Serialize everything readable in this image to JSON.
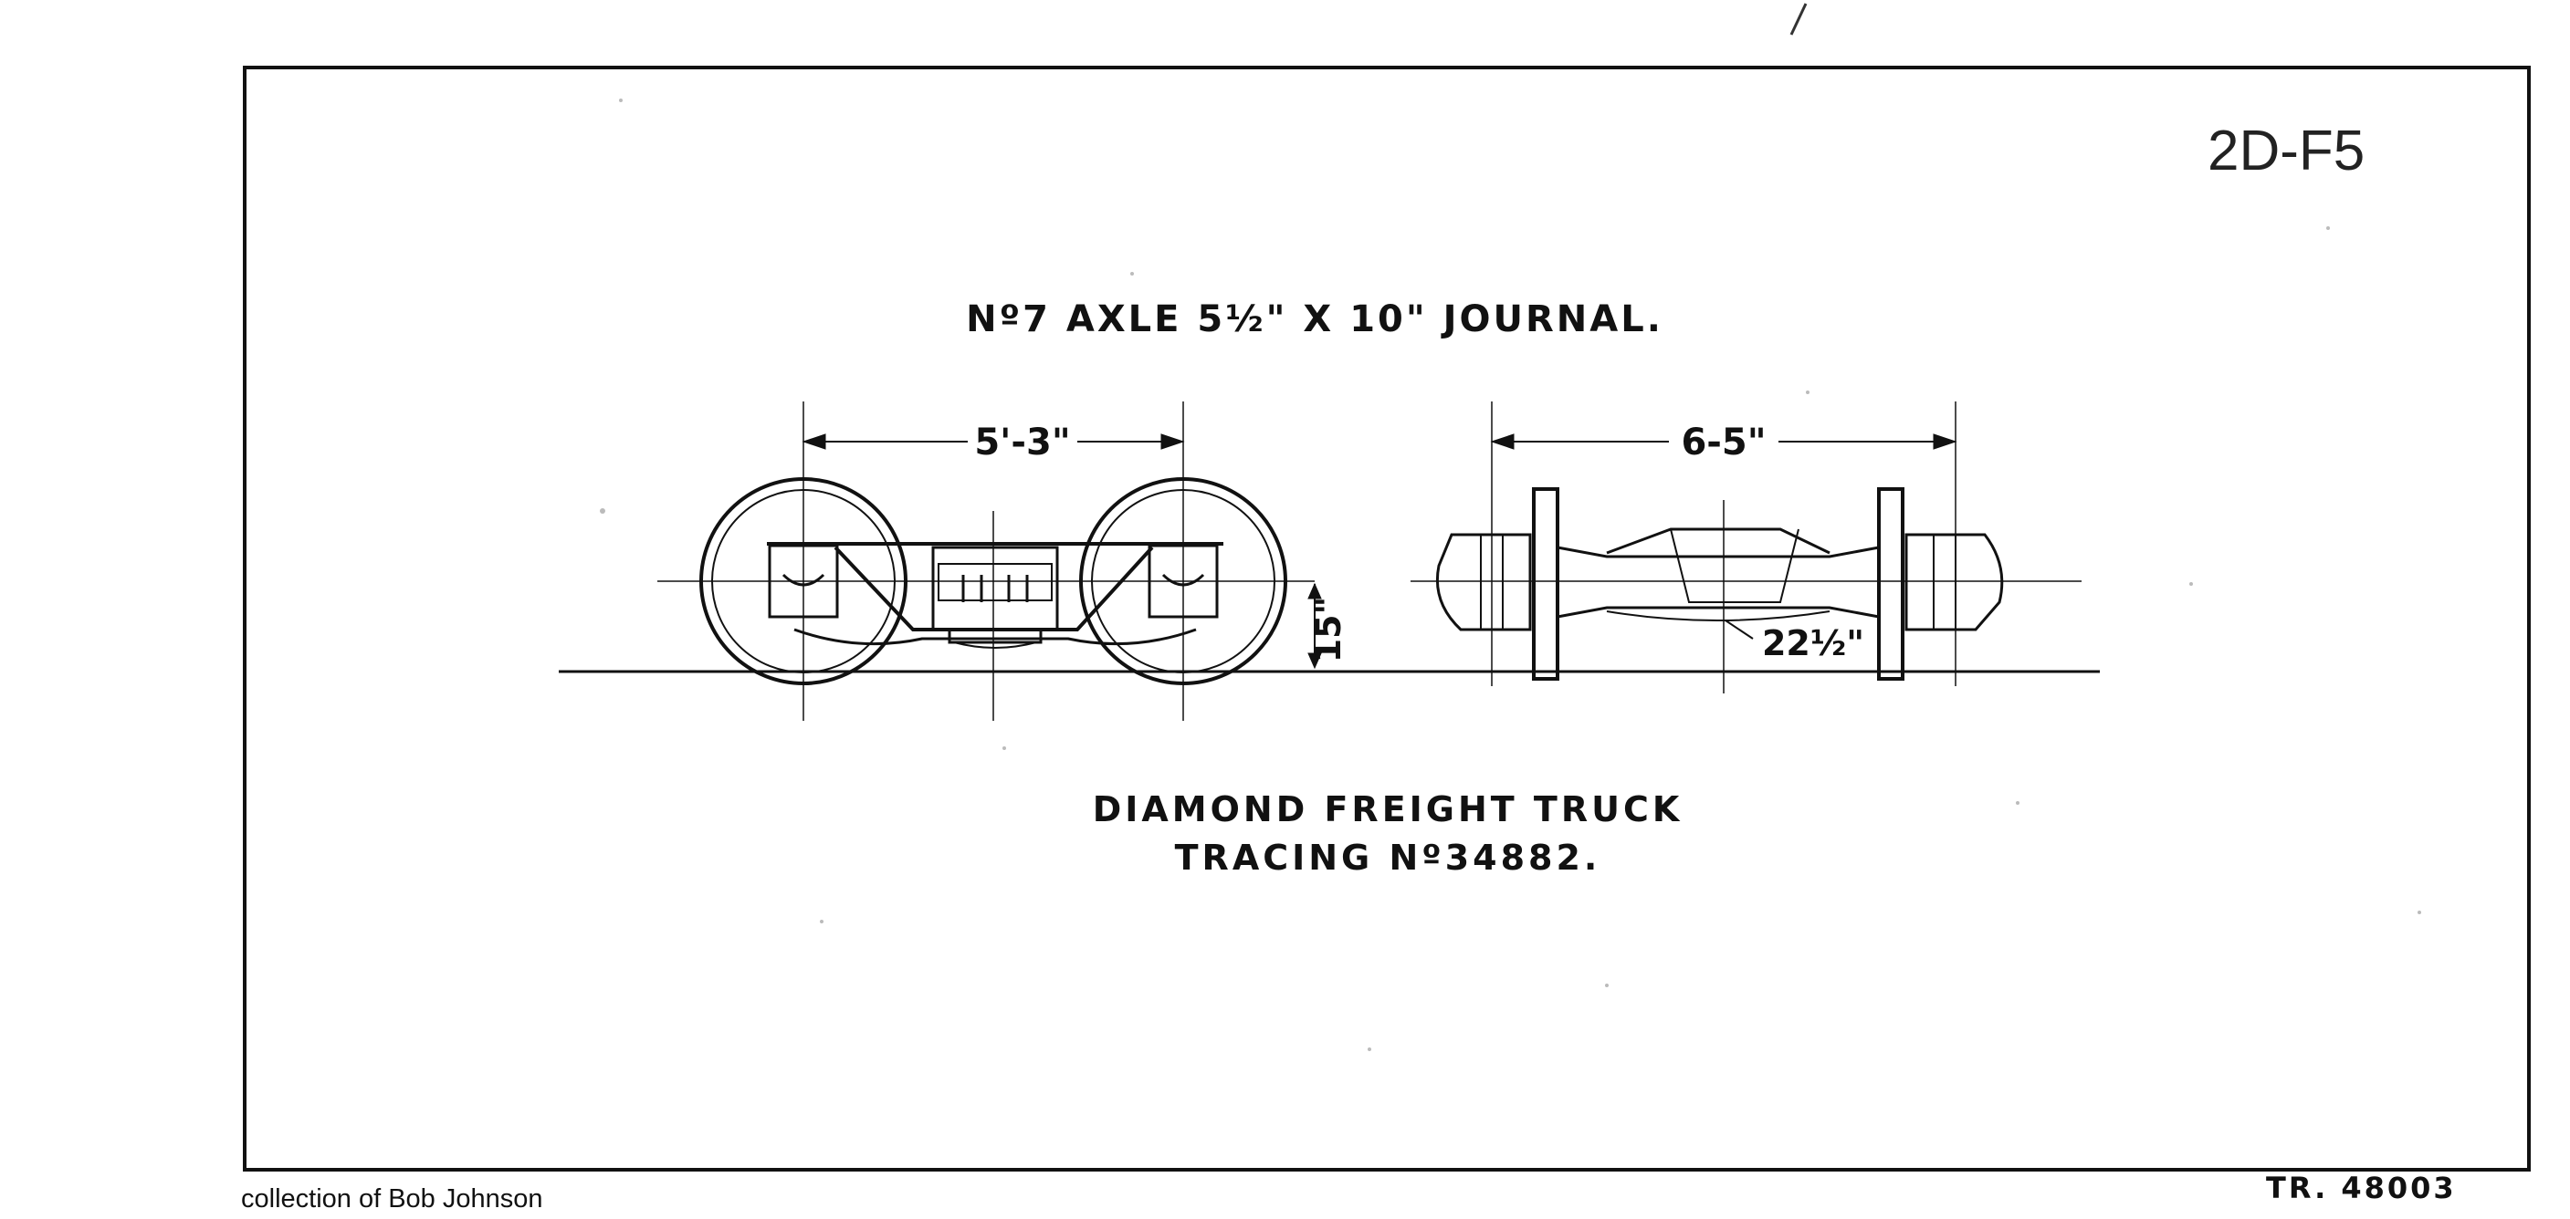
{
  "drawing": {
    "sheet_code": "2D-F5",
    "axle_title": "Nº7 AXLE 5½\" X 10\" JOURNAL.",
    "wheelbase_dim": "5'-3\"",
    "gauge_dim": "6-5\"",
    "height_dim": "15\"",
    "wheel_dim": "22½\"",
    "caption_line1": "DIAMOND FREIGHT TRUCK",
    "caption_line2": "TRACING Nº34882.",
    "tracing_ref": "TR. 48003"
  },
  "credit": "collection of Bob Johnson"
}
